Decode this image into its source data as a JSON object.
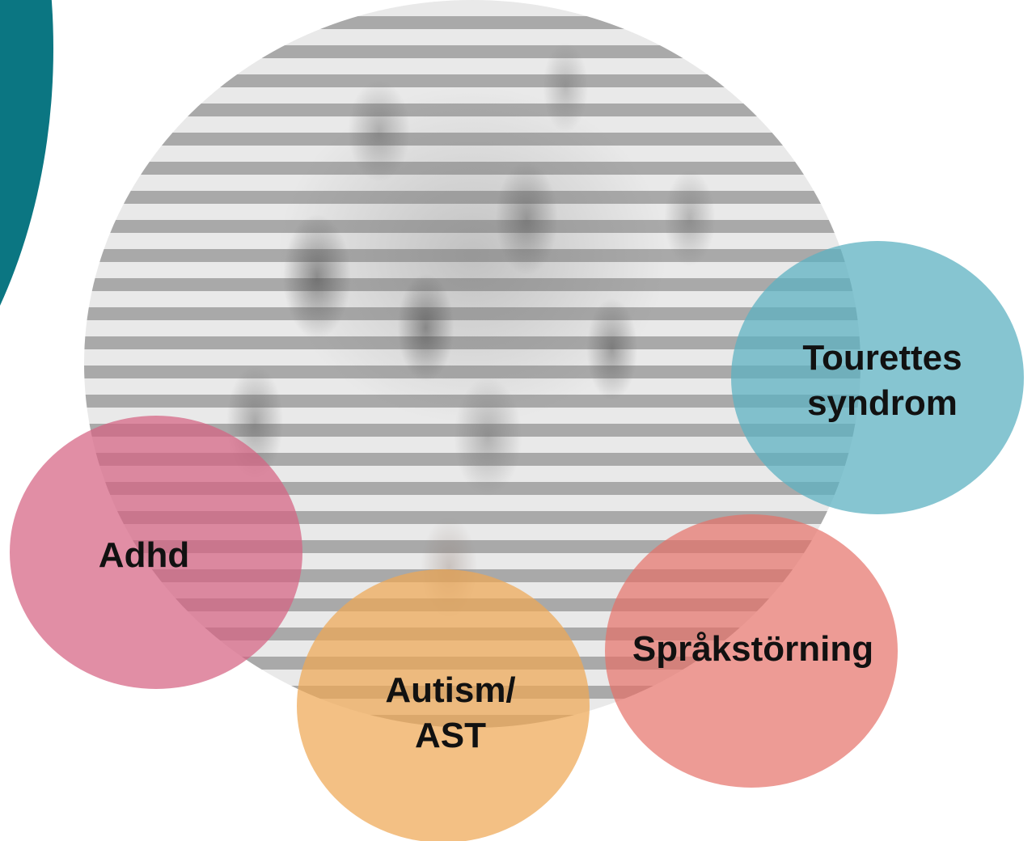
{
  "colors": {
    "teal_edge": "#0b7682",
    "tourettes_circle": "#5eb1c1",
    "adhd_circle": "#d66282",
    "autism_circle": "#eea854",
    "sprakstorning_circle": "#e67068",
    "label_text": "#111111"
  },
  "circles": {
    "tourettes": {
      "label": "Tourettes\nsyndrom"
    },
    "adhd": {
      "label": "Adhd"
    },
    "autism": {
      "label": "Autism/\nAST"
    },
    "sprakstorning": {
      "label": "Språkstörning"
    }
  }
}
